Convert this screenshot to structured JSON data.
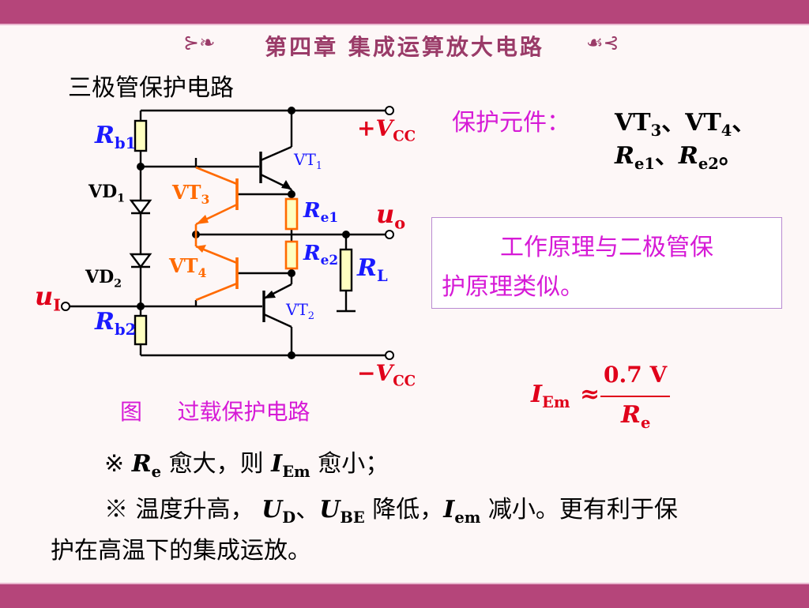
{
  "header": {
    "chapter_title": "第四章  集成运算放大电路",
    "ornament_left": "⊱❧",
    "ornament_right": "☙⊰"
  },
  "circuit_title": "三极管保护电路",
  "circuit": {
    "rb1": {
      "main": "R",
      "sub": "b1"
    },
    "rb2": {
      "main": "R",
      "sub": "b2"
    },
    "vd1": {
      "main": "VD",
      "sub": "1"
    },
    "vd2": {
      "main": "VD",
      "sub": "2"
    },
    "vt1": {
      "main": "VT",
      "sub": "1"
    },
    "vt2": {
      "main": "VT",
      "sub": "2"
    },
    "vt3": {
      "main": "VT",
      "sub": "3"
    },
    "vt4": {
      "main": "VT",
      "sub": "4"
    },
    "re1": {
      "main": "R",
      "sub": "e1"
    },
    "re2": {
      "main": "R",
      "sub": "e2"
    },
    "rl": {
      "main": "R",
      "sub": "L"
    },
    "vcc_pos": {
      "main": "+V",
      "sub": "CC"
    },
    "vcc_neg": {
      "main": "−V",
      "sub": "CC"
    },
    "uo": {
      "main": "u",
      "sub": "o"
    },
    "ui": {
      "main": "u",
      "sub": "I"
    }
  },
  "figure_caption": "图     过载保护电路",
  "protect": {
    "label": "保护元件：",
    "vt3": "VT",
    "vt3_sub": "3",
    "sep1": "、",
    "vt4": "VT",
    "vt4_sub": "4",
    "sep2": "、",
    "re1": "R",
    "re1_sub": "e1",
    "sep3": "、",
    "re2": "R",
    "re2_sub": "e2",
    "end": "。"
  },
  "principle_box": {
    "line1": "工作原理与二极管保",
    "line2": "护原理类似。"
  },
  "formula": {
    "lhs": "I",
    "lhs_sub": "Em",
    "approx": "≈",
    "numerator": "0.7 V",
    "denominator": "R",
    "den_sub": "e"
  },
  "notes": {
    "n1_mark": "※",
    "n1_r": "R",
    "n1_r_sub": "e",
    "n1_a": "愈大，则",
    "n1_i": "I",
    "n1_i_sub": "Em",
    "n1_b": "愈小；",
    "n2_mark": "※",
    "n2_a": "温度升高，",
    "n2_ud": "U",
    "n2_ud_sub": "D",
    "n2_sep": "、",
    "n2_ube": "U",
    "n2_ube_sub": "BE",
    "n2_b": "降低，",
    "n2_i": "I",
    "n2_i_sub": "em",
    "n2_c": "减小。更有利于保",
    "n3": "护在高温下的集成运放。"
  },
  "colors": {
    "band": "#b5457a",
    "magenta": "#d61ad6",
    "red": "#e0001a",
    "orange": "#ff6a00",
    "blue": "#1a1aff"
  }
}
